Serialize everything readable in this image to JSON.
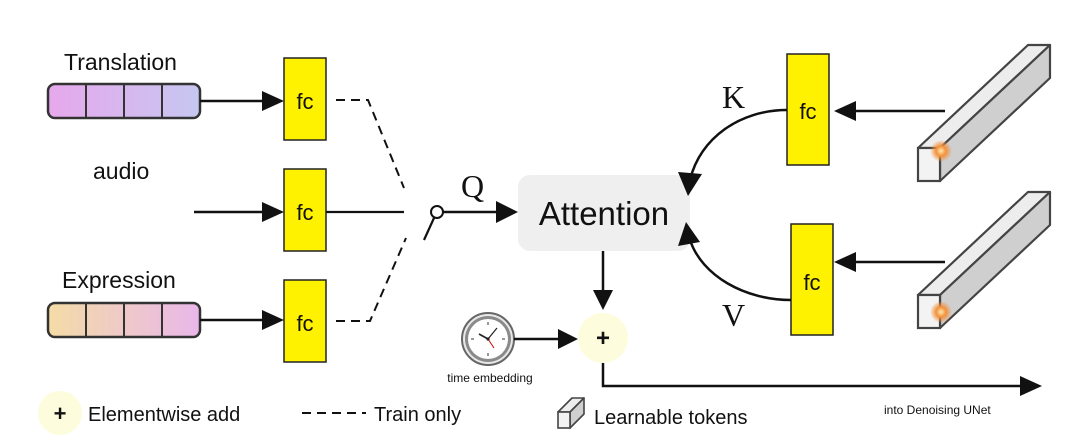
{
  "inputs": {
    "translation_label": "Translation",
    "audio_label": "audio",
    "expression_label": "Expression"
  },
  "fc_label": "fc",
  "query_label": "Q",
  "key_label": "K",
  "value_label": "V",
  "attention_label": "Attention",
  "add_symbol": "+",
  "time_embedding_label": "time embedding",
  "output_label": "into Denoising UNet",
  "legend": {
    "add_symbol": "+",
    "add_label": "Elementwise add",
    "train_only_label": "Train only",
    "tokens_label": "Learnable tokens"
  },
  "colors": {
    "fc_fill": "#FFF200",
    "attention_fill": "#EFEFEF",
    "add_circle_fill": "#FDFCDC",
    "translation_gradient": [
      "#E7A8EC",
      "#C6C7F0"
    ],
    "expression_gradient": [
      "#F4DCA6",
      "#E9B7EA"
    ],
    "audio_wave": "#9CC9EE",
    "token_fill": "#D9D9D9"
  }
}
